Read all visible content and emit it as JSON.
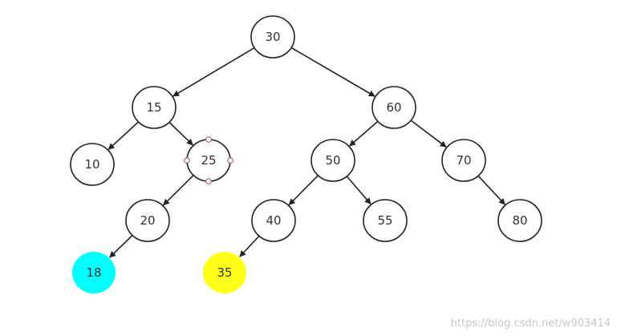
{
  "colors": {
    "node_fill": "#ffffff",
    "node_stroke": "#222222",
    "edge": "#222222",
    "label": "#333333",
    "handle_stroke": "#a64b4b",
    "highlight_cyan": "#00ffff",
    "highlight_yellow": "#ffff1a"
  },
  "nodes": [
    {
      "id": "n30",
      "label": "30"
    },
    {
      "id": "n15",
      "label": "15"
    },
    {
      "id": "n60",
      "label": "60"
    },
    {
      "id": "n10",
      "label": "10"
    },
    {
      "id": "n25",
      "label": "25",
      "selected": true
    },
    {
      "id": "n50",
      "label": "50"
    },
    {
      "id": "n70",
      "label": "70"
    },
    {
      "id": "n20",
      "label": "20"
    },
    {
      "id": "n40",
      "label": "40"
    },
    {
      "id": "n55",
      "label": "55"
    },
    {
      "id": "n80",
      "label": "80"
    },
    {
      "id": "n18",
      "label": "18",
      "highlight": "cyan"
    },
    {
      "id": "n35",
      "label": "35",
      "highlight": "yellow"
    }
  ],
  "edges": [
    {
      "from": "n30",
      "to": "n15"
    },
    {
      "from": "n30",
      "to": "n60"
    },
    {
      "from": "n15",
      "to": "n10"
    },
    {
      "from": "n15",
      "to": "n25"
    },
    {
      "from": "n60",
      "to": "n50"
    },
    {
      "from": "n60",
      "to": "n70"
    },
    {
      "from": "n25",
      "to": "n20"
    },
    {
      "from": "n50",
      "to": "n40"
    },
    {
      "from": "n50",
      "to": "n55"
    },
    {
      "from": "n70",
      "to": "n80"
    },
    {
      "from": "n20",
      "to": "n18"
    },
    {
      "from": "n40",
      "to": "n35"
    }
  ],
  "watermark": "https://blog.csdn.net/w903414"
}
